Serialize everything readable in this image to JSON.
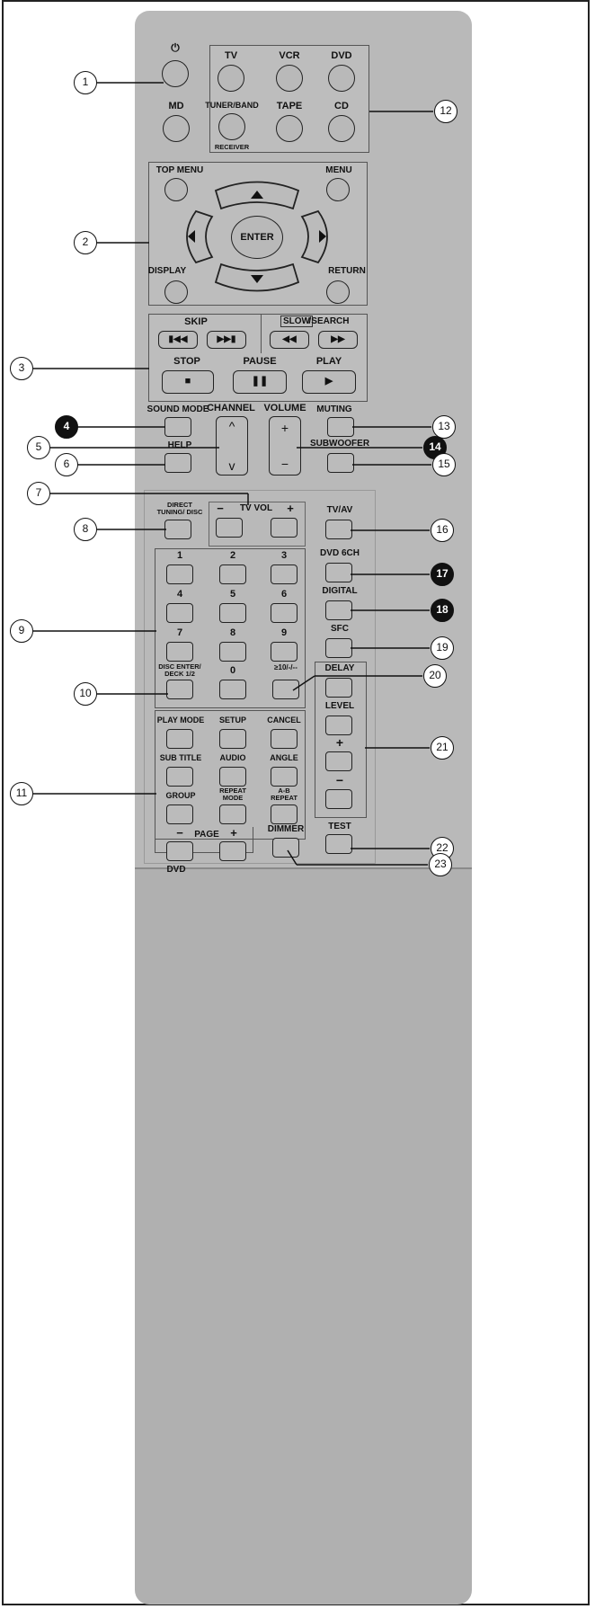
{
  "source_buttons": {
    "power_icon": "⏻",
    "tv": "TV",
    "vcr": "VCR",
    "dvd": "DVD",
    "md": "MD",
    "tuner_band": "TUNER/BAND",
    "receiver": "RECEIVER",
    "tape": "TAPE",
    "cd": "CD"
  },
  "nav": {
    "top_menu": "TOP MENU",
    "menu": "MENU",
    "enter": "ENTER",
    "display": "DISPLAY",
    "return": "RETURN"
  },
  "transport": {
    "skip": "SKIP",
    "slow": "SLOW",
    "search": "/SEARCH",
    "stop": "STOP",
    "pause": "PAUSE",
    "play": "PLAY"
  },
  "middle": {
    "sound_mode": "SOUND MODE",
    "channel": "CHANNEL",
    "volume": "VOLUME",
    "muting": "MUTING",
    "help": "HELP",
    "subwoofer": "SUBWOOFER",
    "plus": "+",
    "minus": "−"
  },
  "lower": {
    "direct_tuning": "DIRECT TUNING/ DISC",
    "tv_vol": "TV VOL",
    "tv_av": "TV/AV",
    "dvd6ch": "DVD 6CH",
    "digital": "DIGITAL",
    "sfc": "SFC",
    "disc_enter": "DISC ENTER/ DECK 1/2",
    "ten_plus": "≥10/-/--",
    "delay": "DELAY",
    "level": "LEVEL",
    "test": "TEST",
    "dimmer": "DIMMER"
  },
  "digits": [
    "1",
    "2",
    "3",
    "4",
    "5",
    "6",
    "7",
    "8",
    "9",
    "0"
  ],
  "dvd_block": {
    "play_mode": "PLAY MODE",
    "setup": "SETUP",
    "cancel": "CANCEL",
    "subtitle": "SUB TITLE",
    "audio": "AUDIO",
    "angle": "ANGLE",
    "group": "GROUP",
    "repeat_mode": "REPEAT MODE",
    "ab_repeat": "A-B REPEAT",
    "page": "PAGE",
    "dvd": "DVD"
  },
  "callouts": [
    "1",
    "2",
    "3",
    "4",
    "5",
    "6",
    "7",
    "8",
    "9",
    "10",
    "11",
    "12",
    "13",
    "14",
    "15",
    "16",
    "17",
    "18",
    "19",
    "20",
    "21",
    "22",
    "23"
  ]
}
